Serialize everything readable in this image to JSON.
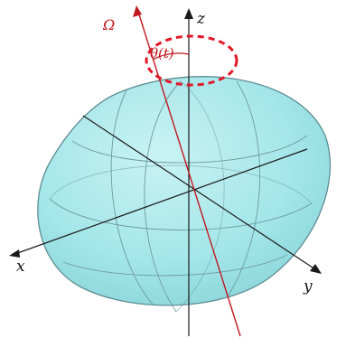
{
  "labels": {
    "omega": "Ω",
    "theta": "θ(t)",
    "axis_x": "x",
    "axis_y": "y",
    "axis_z": "z"
  },
  "colors": {
    "ellipsoid_fill": "#a4e6e9",
    "ellipsoid_edge": "#5f8d93",
    "mesh_lines": "#6e9aa0",
    "axes": "#1a1a1a",
    "rotation_axis": "#c2181f",
    "precession_path": "#e0182a",
    "omega_label": "#c2181f",
    "theta_label": "#c2181f",
    "axis_label": "#111111"
  },
  "icons": {
    "axis_arrowhead": "triangle",
    "rotation_arrowhead": "triangle"
  }
}
